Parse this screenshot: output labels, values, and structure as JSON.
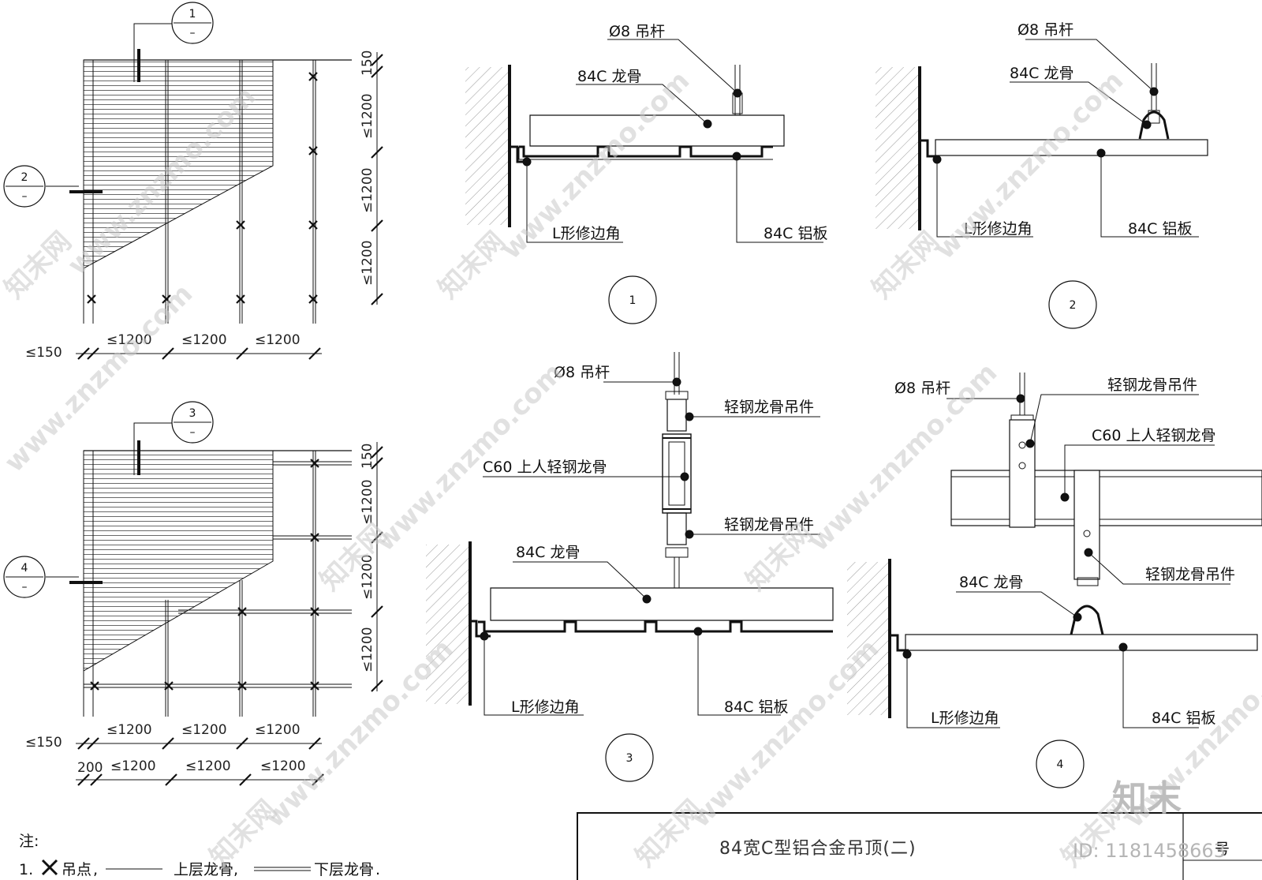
{
  "plans": {
    "top": {
      "sec1": {
        "num": "1",
        "sub": "–"
      },
      "sec2": {
        "num": "2",
        "sub": "–"
      },
      "dims_h": [
        "≤150",
        "≤1200",
        "≤1200",
        "≤1200"
      ],
      "dims_v": [
        "150",
        "≤1200",
        "≤1200",
        "≤1200"
      ]
    },
    "bottom": {
      "sec3": {
        "num": "3",
        "sub": "–"
      },
      "sec4": {
        "num": "4",
        "sub": "–"
      },
      "dims_h1": [
        "≤150",
        "≤1200",
        "≤1200",
        "≤1200"
      ],
      "dims_h2": [
        "200",
        "≤1200",
        "≤1200",
        "≤1200"
      ],
      "dims_v": [
        "150",
        "≤1200",
        "≤1200",
        "≤1200"
      ]
    }
  },
  "details": {
    "d1": {
      "rod": "Ø8 吊杆",
      "keel": "84C 龙骨",
      "trim": "L形修边角",
      "panel": "84C 铝板",
      "num": "1"
    },
    "d2": {
      "rod": "Ø8 吊杆",
      "keel": "84C 龙骨",
      "trim": "L形修边角",
      "panel": "84C 铝板",
      "num": "2"
    },
    "d3": {
      "rod": "Ø8 吊杆",
      "hanger1": "轻钢龙骨吊件",
      "c60": "C60 上人轻钢龙骨",
      "hanger2": "轻钢龙骨吊件",
      "keel": "84C 龙骨",
      "trim": "L形修边角",
      "panel": "84C 铝板",
      "num": "3"
    },
    "d4": {
      "rod": "Ø8 吊杆",
      "hanger1": "轻钢龙骨吊件",
      "c60": "C60 上人轻钢龙骨",
      "hanger2": "轻钢龙骨吊件",
      "keel": "84C 龙骨",
      "trim": "L形修边角",
      "panel": "84C 铝板",
      "num": "4"
    }
  },
  "notes": {
    "heading": "注:",
    "item_no": "1.",
    "hang_point": "吊点",
    "sep1": ",",
    "upper": "上层龙骨",
    "sep2": ",",
    "lower": "下层龙骨",
    "end": "."
  },
  "title_block": {
    "title": "84宽C型铝合金吊顶(二)",
    "right_tag": "号"
  },
  "watermark": {
    "logo": "知末",
    "id": "ID: 1181458663",
    "site": "www.znzmo.com",
    "brand": "知末网"
  }
}
